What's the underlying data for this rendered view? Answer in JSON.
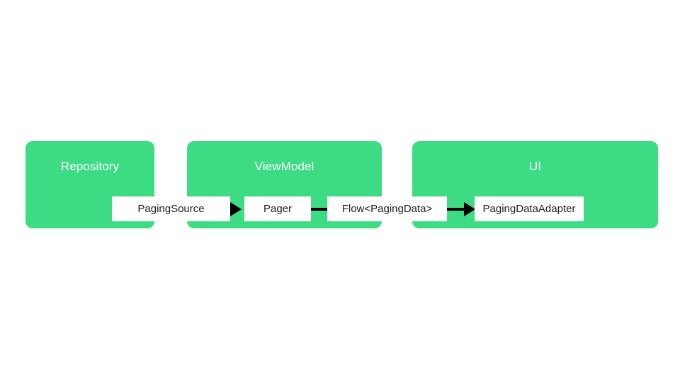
{
  "diagram": {
    "title": "Android Paging library architecture flow",
    "background_color": "#ffffff",
    "panel_color": "#3ddc84",
    "panel_text_color": "#ffffff",
    "chip_color": "#ffffff",
    "chip_text_color": "#202124",
    "arrow_color": "#000000",
    "layers": [
      {
        "id": "repository",
        "label": "Repository"
      },
      {
        "id": "viewmodel",
        "label": "ViewModel"
      },
      {
        "id": "ui",
        "label": "UI"
      }
    ],
    "nodes": [
      {
        "id": "pagingsource",
        "label": "PagingSource"
      },
      {
        "id": "pager",
        "label": "Pager"
      },
      {
        "id": "flow",
        "label": "Flow<PagingData>"
      },
      {
        "id": "adapter",
        "label": "PagingDataAdapter"
      }
    ],
    "edges": [
      {
        "from": "pagingsource",
        "to": "pager",
        "arrowhead": true
      },
      {
        "from": "pager",
        "to": "flow",
        "arrowhead": false
      },
      {
        "from": "flow",
        "to": "adapter",
        "arrowhead": true
      }
    ]
  }
}
